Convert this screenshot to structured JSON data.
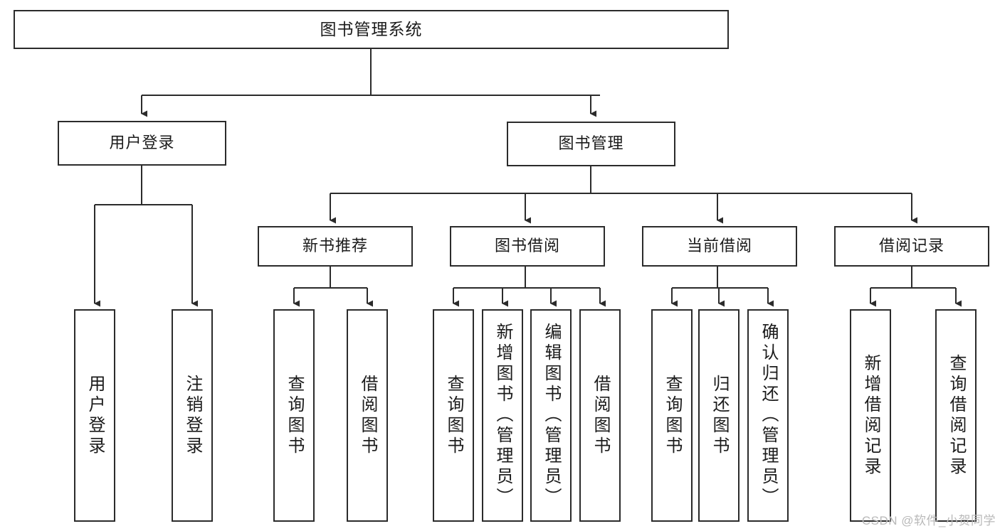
{
  "diagram": {
    "title": "图书管理系统",
    "type": "tree",
    "watermark": "CSDN @软件_小贺同学",
    "colors": {
      "box_border": "#2b2b2b",
      "box_fill": "#ffffff",
      "edge": "#2b2b2b",
      "text": "#1b1b1b",
      "watermark": "#b9b9b9",
      "background": "#ffffff"
    },
    "nodes": {
      "root": {
        "label": "图书管理系统",
        "orientation": "horizontal"
      },
      "level2": [
        {
          "label": "用户登录",
          "orientation": "horizontal"
        },
        {
          "label": "图书管理",
          "orientation": "horizontal"
        }
      ],
      "level3": [
        {
          "label": "新书推荐",
          "orientation": "horizontal"
        },
        {
          "label": "图书借阅",
          "orientation": "horizontal"
        },
        {
          "label": "当前借阅",
          "orientation": "horizontal"
        },
        {
          "label": "借阅记录",
          "orientation": "horizontal"
        }
      ],
      "leaves": {
        "user_login": [
          {
            "label": "用户登录",
            "orientation": "vertical"
          },
          {
            "label": "注销登录",
            "orientation": "vertical"
          }
        ],
        "new_book_recommend": [
          {
            "label": "查询图书",
            "orientation": "vertical"
          },
          {
            "label": "借阅图书",
            "orientation": "vertical"
          }
        ],
        "book_borrow": [
          {
            "label": "查询图书",
            "orientation": "vertical"
          },
          {
            "label": "新增图书（管理员）",
            "orientation": "vertical"
          },
          {
            "label": "编辑图书（管理员）",
            "orientation": "vertical"
          },
          {
            "label": "借阅图书",
            "orientation": "vertical"
          }
        ],
        "current_borrow": [
          {
            "label": "查询图书",
            "orientation": "vertical"
          },
          {
            "label": "归还图书",
            "orientation": "vertical"
          },
          {
            "label": "确认归还（管理员）",
            "orientation": "vertical"
          }
        ],
        "borrow_record": [
          {
            "label": "新增借阅记录",
            "orientation": "vertical"
          },
          {
            "label": "查询借阅记录",
            "orientation": "vertical"
          }
        ]
      }
    },
    "edges": [
      {
        "from": "图书管理系统",
        "to": "用户登录"
      },
      {
        "from": "图书管理系统",
        "to": "图书管理"
      },
      {
        "from": "用户登录",
        "to": "用户登录"
      },
      {
        "from": "用户登录",
        "to": "注销登录"
      },
      {
        "from": "图书管理",
        "to": "新书推荐"
      },
      {
        "from": "图书管理",
        "to": "图书借阅"
      },
      {
        "from": "图书管理",
        "to": "当前借阅"
      },
      {
        "from": "图书管理",
        "to": "借阅记录"
      },
      {
        "from": "新书推荐",
        "to": "查询图书"
      },
      {
        "from": "新书推荐",
        "to": "借阅图书"
      },
      {
        "from": "图书借阅",
        "to": "查询图书"
      },
      {
        "from": "图书借阅",
        "to": "新增图书（管理员）"
      },
      {
        "from": "图书借阅",
        "to": "编辑图书（管理员）"
      },
      {
        "from": "图书借阅",
        "to": "借阅图书"
      },
      {
        "from": "当前借阅",
        "to": "查询图书"
      },
      {
        "from": "当前借阅",
        "to": "归还图书"
      },
      {
        "from": "当前借阅",
        "to": "确认归还（管理员）"
      },
      {
        "from": "借阅记录",
        "to": "新增借阅记录"
      },
      {
        "from": "借阅记录",
        "to": "查询借阅记录"
      }
    ]
  }
}
